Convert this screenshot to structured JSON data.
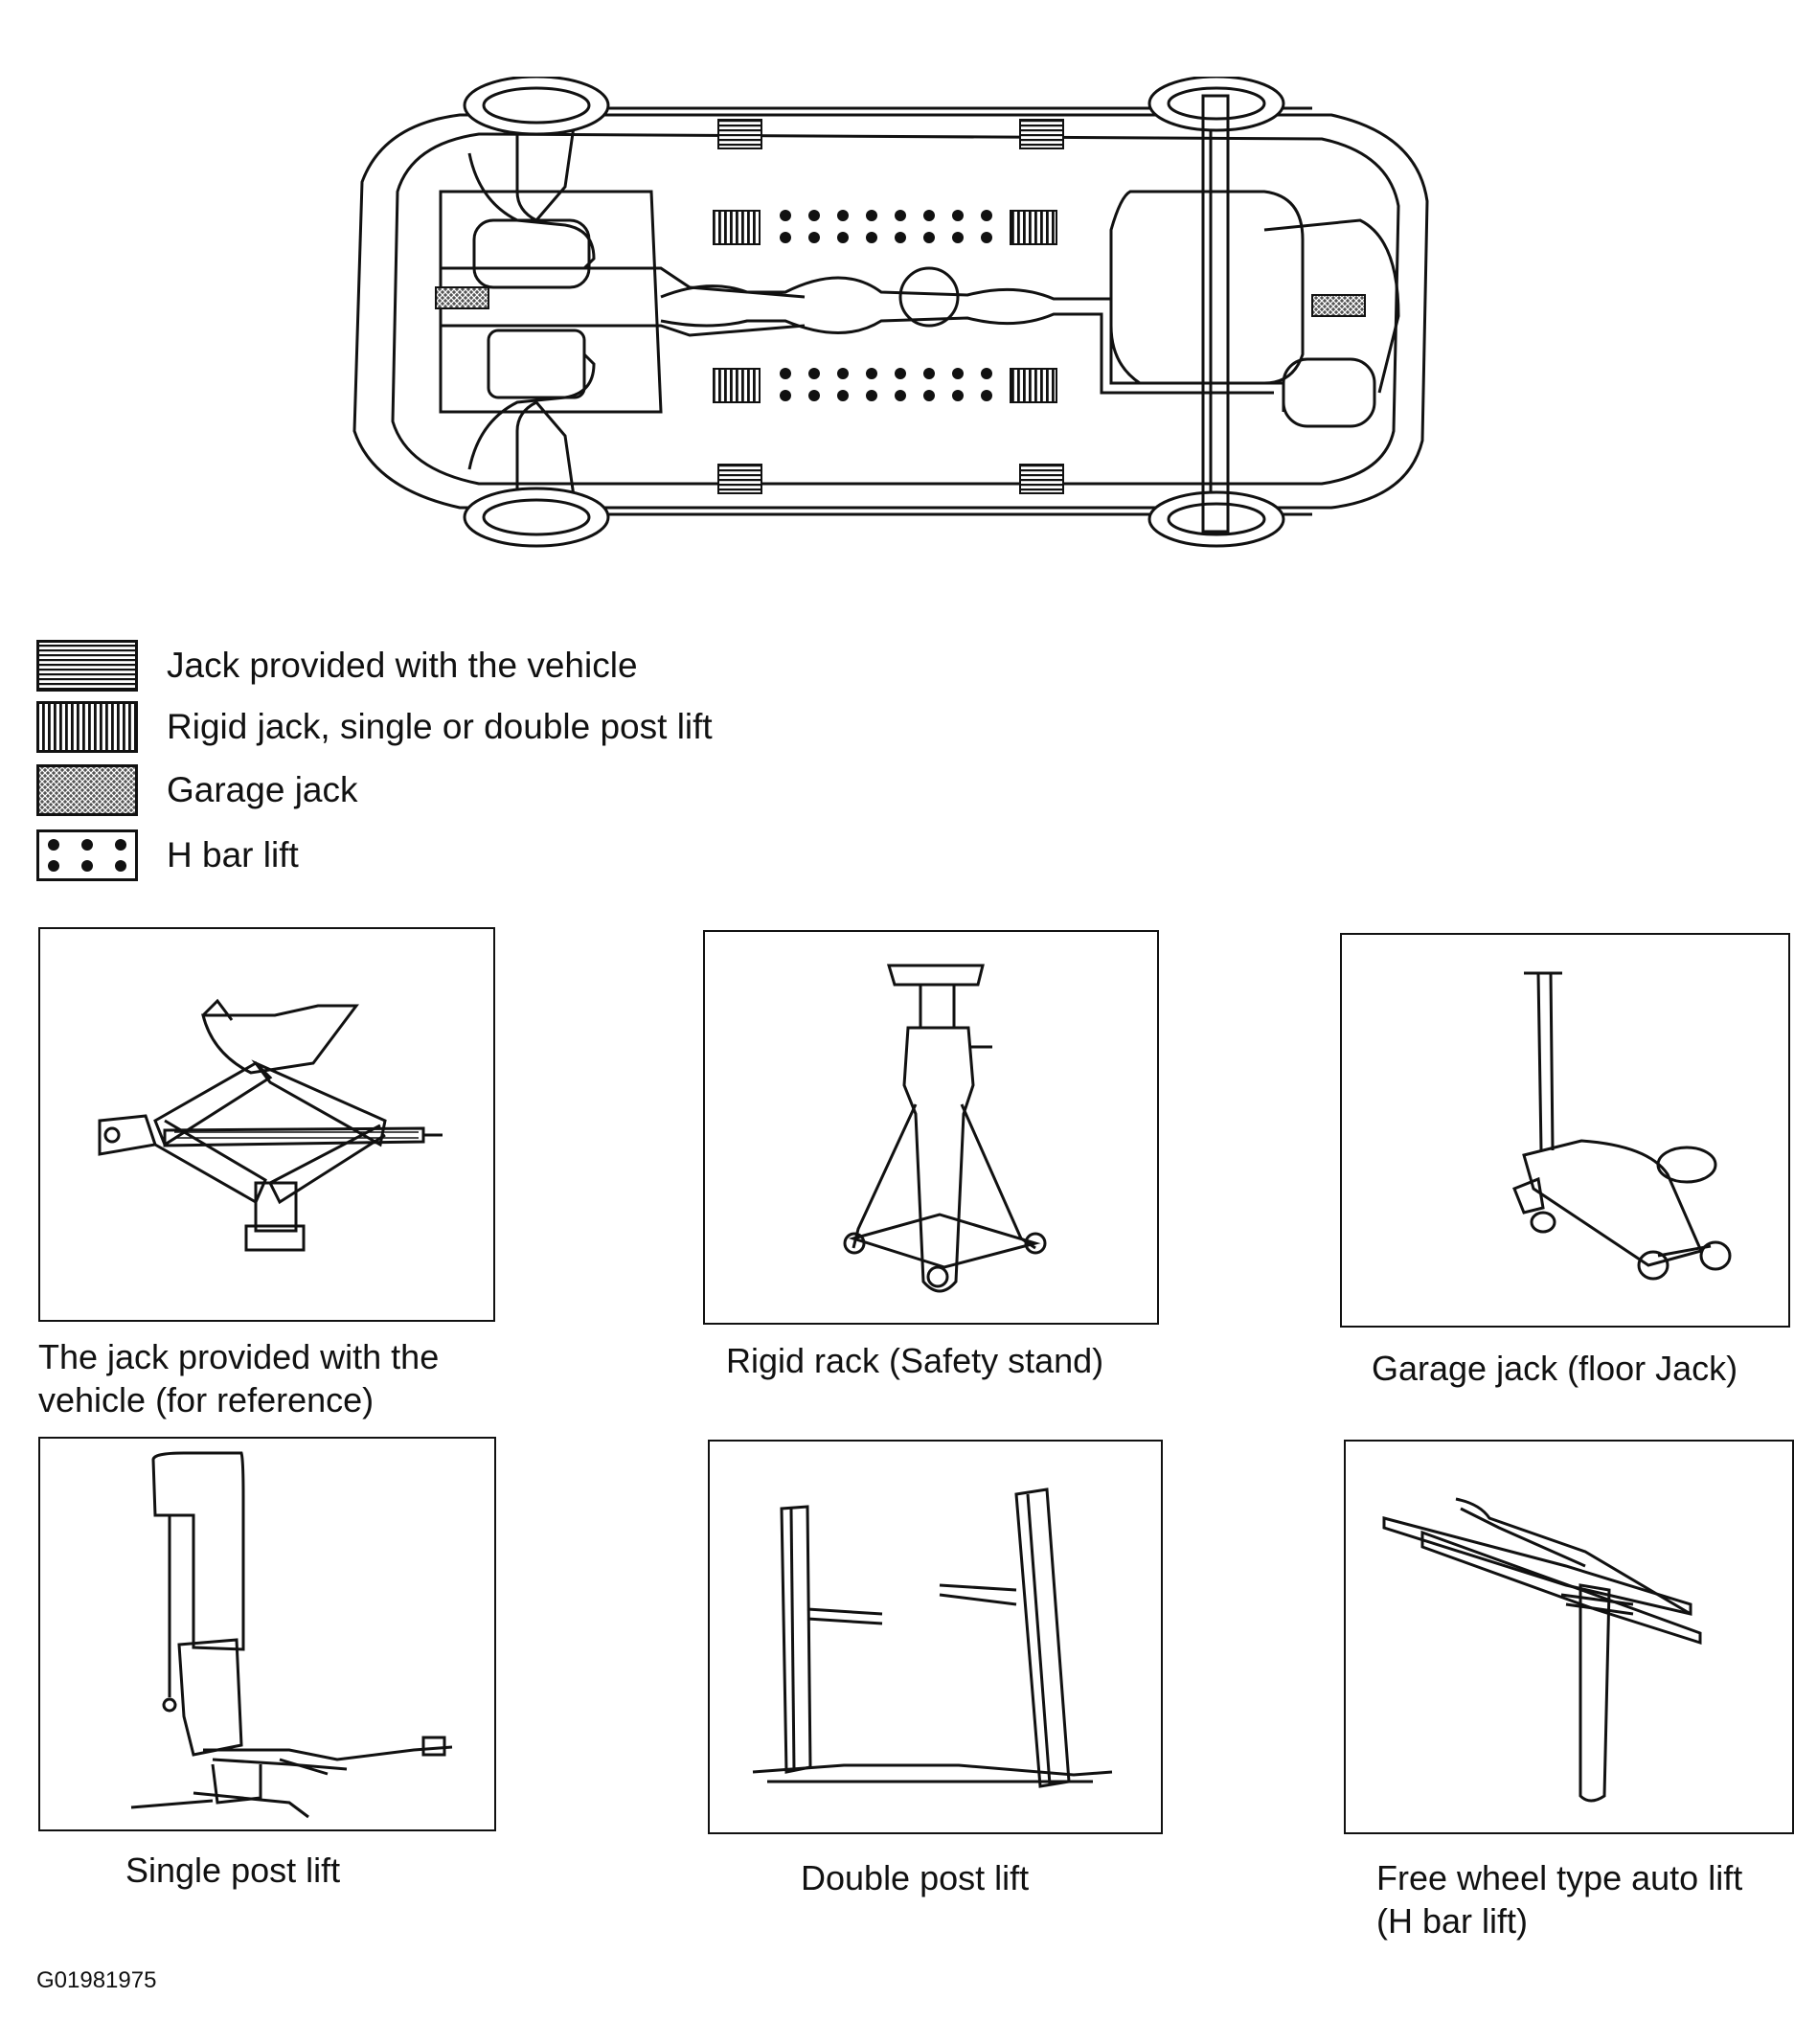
{
  "legend": [
    {
      "label": "Jack provided with the vehicle",
      "pattern": "horizontal-lines"
    },
    {
      "label": "Rigid jack, single or double post lift",
      "pattern": "vertical-lines"
    },
    {
      "label": "Garage jack",
      "pattern": "crosshatch"
    },
    {
      "label": "H bar lift",
      "pattern": "dots"
    }
  ],
  "panels": [
    {
      "caption": "The jack provided with the\nvehicle (for reference)",
      "icon": "scissor-jack-icon"
    },
    {
      "caption": "Rigid rack (Safety stand)",
      "icon": "safety-stand-icon"
    },
    {
      "caption": "Garage jack (floor Jack)",
      "icon": "floor-jack-icon"
    },
    {
      "caption": "Single post lift",
      "icon": "single-post-lift-icon"
    },
    {
      "caption": "Double post lift",
      "icon": "double-post-lift-icon"
    },
    {
      "caption": "Free wheel type auto lift\n(H bar lift)",
      "icon": "h-bar-lift-icon"
    }
  ],
  "figure_code": "G01981975"
}
